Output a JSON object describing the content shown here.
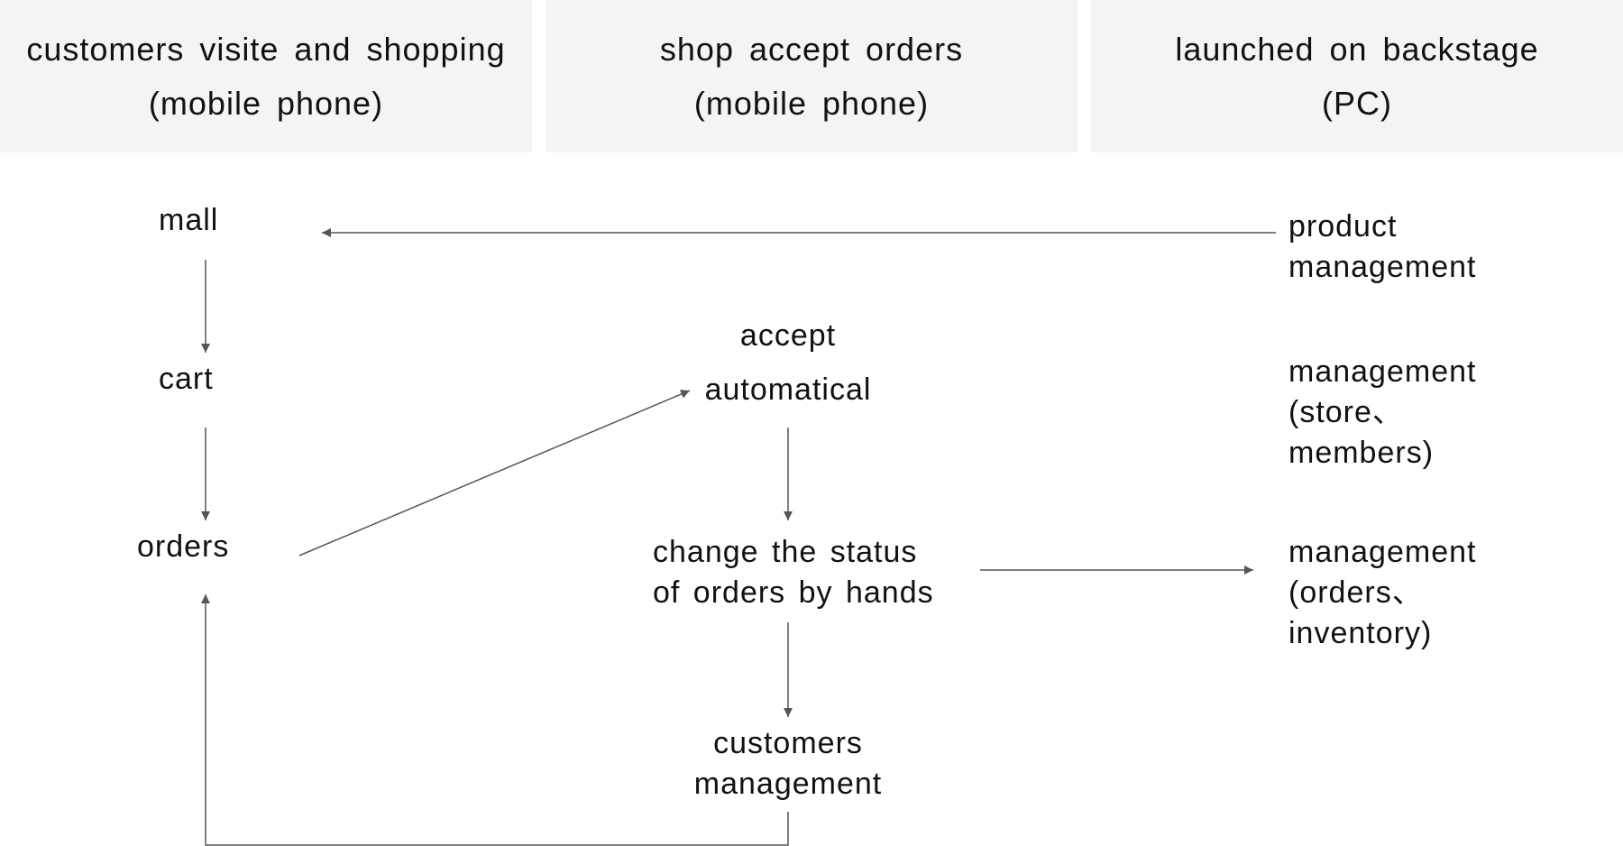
{
  "lanes": [
    {
      "line1": "customers visite and shopping",
      "line2": "(mobile phone)"
    },
    {
      "line1": "shop accept orders",
      "line2": "(mobile phone)"
    },
    {
      "line1": "launched on backstage",
      "line2": "(PC)"
    }
  ],
  "nodes": {
    "mall": "mall",
    "cart": "cart",
    "orders": "orders",
    "accept_automatical": {
      "line1": "accept",
      "line2": "automatical"
    },
    "change_status": {
      "line1": "change the status",
      "line2": "of orders by hands"
    },
    "customers_management": {
      "line1": "customers",
      "line2": "management"
    },
    "product_management": {
      "line1": "product",
      "line2": "management"
    },
    "store_members_management": {
      "line1": "management",
      "line2": "(store、",
      "line3": "members)"
    },
    "orders_inventory_management": {
      "line1": "management",
      "line2": "(orders、",
      "line3": "inventory)"
    }
  },
  "colors": {
    "header_bg": "#f4f4f4",
    "edge": "#555555",
    "text": "#111111"
  }
}
